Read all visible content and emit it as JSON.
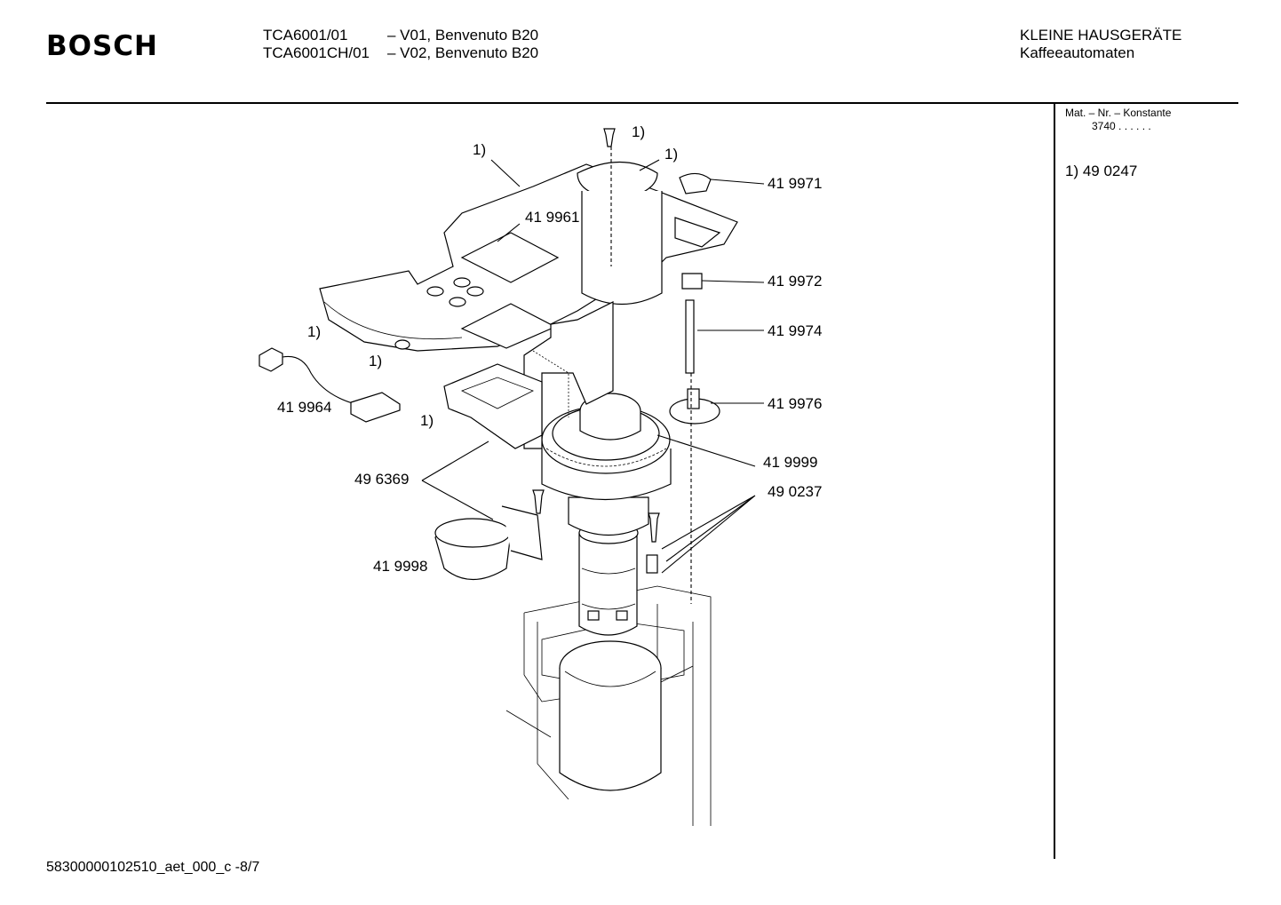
{
  "header": {
    "brand": "BOSCH",
    "models": [
      {
        "model": "TCA6001/01",
        "variant": "– V01, Benvenuto B20"
      },
      {
        "model": "TCA6001CH/01",
        "variant": "– V02, Benvenuto B20"
      }
    ],
    "category": "KLEINE HAUSGERÄTE",
    "subcategory": "Kaffeeautomaten"
  },
  "side_panel": {
    "heading": "Mat. – Nr. – Konstante",
    "value": "3740  .  .     .  .  .  .",
    "reference": "1)  49 0247"
  },
  "callouts": [
    "1)",
    "1)",
    "1)",
    "41 9971",
    "41 9961",
    "41 9972",
    "41 9974",
    "1)",
    "1)",
    "41 9964",
    "41 9976",
    "1)",
    "41  9999",
    "49 6369",
    "49 0237",
    "41 9998"
  ],
  "footer": "58300000102510_aet_000_c -8/7"
}
